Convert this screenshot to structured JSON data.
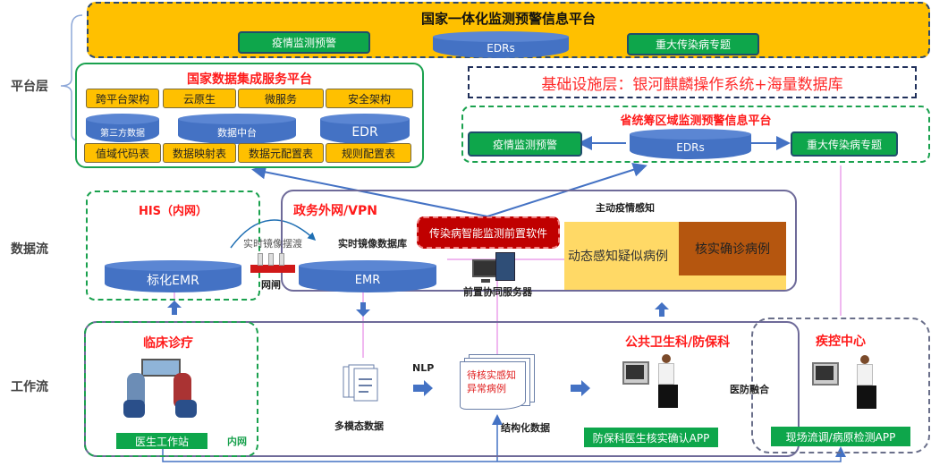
{
  "layers": {
    "platform": "平台层",
    "dataflow": "数据流",
    "workflow": "工作流"
  },
  "national_platform": {
    "title": "国家一体化监测预警信息平台",
    "left": "疫情监测预警",
    "center": "EDRs",
    "right": "重大传染病专题"
  },
  "integration_platform": {
    "title": "国家数据集成服务平台",
    "row1": [
      "跨平台架构",
      "云原生",
      "微服务",
      "安全架构"
    ],
    "cyl_third_party": "第三方数据",
    "cyl_data_center": "数据中台",
    "cyl_edr": "EDR",
    "row3": [
      "值域代码表",
      "数据映射表",
      "数据元配置表",
      "规则配置表"
    ]
  },
  "infrastructure": {
    "text": "基础设施层：银河麒麟操作系统+海量数据库"
  },
  "provincial_platform": {
    "title": "省统筹区域监测预警信息平台",
    "left": "疫情监测预警",
    "center": "EDRs",
    "right": "重大传染病专题"
  },
  "his": {
    "title": "HIS（内网）",
    "emr": "标化EMR"
  },
  "gateway": {
    "mirror_label": "实时镜像摆渡",
    "label": "网闸"
  },
  "vpn": {
    "title": "政务外网/VPN",
    "mirror_db_label": "实时镜像数据库",
    "emr": "EMR",
    "software": "传染病智能监测前置软件",
    "server_label": "前置协同服务器",
    "perception_title": "主动疫情感知",
    "suspect": "动态感知疑似病例",
    "confirm": "核实确诊病例"
  },
  "clinical": {
    "title": "临床诊疗",
    "workstation": "医生工作站",
    "intranet": "内网"
  },
  "workflow": {
    "multimodal": "多模态数据",
    "nlp": "NLP",
    "pending_case": "待核实感知\n异常病例",
    "structured": "结构化数据"
  },
  "public_health": {
    "title": "公共卫生科/防保科",
    "app": "防保科医生核实确认APP",
    "fusion": "医防融合"
  },
  "cdc": {
    "title": "疾控中心",
    "app": "现场流调/病原检测APP"
  },
  "colors": {
    "orange": "#ffc000",
    "green": "#0ea64b",
    "blue": "#4472c4",
    "red": "#ff1a1a",
    "dark_red": "#c00000",
    "brown": "#b5560f",
    "light_yellow": "#ffd966"
  }
}
